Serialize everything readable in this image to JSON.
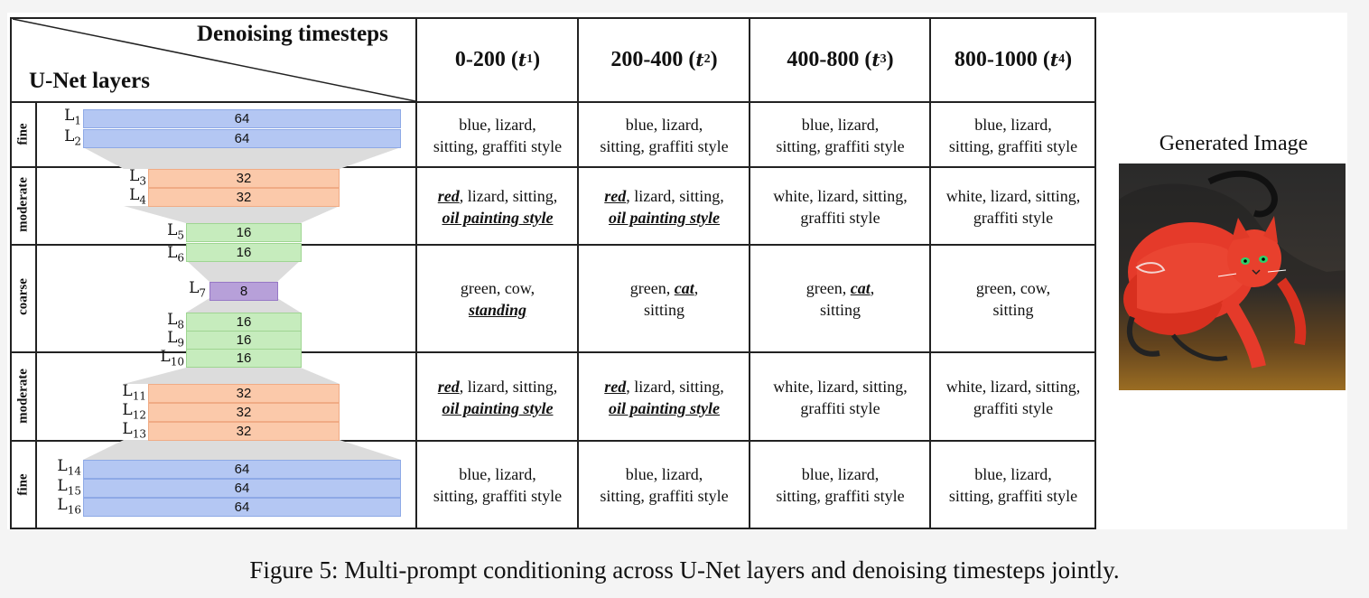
{
  "header": {
    "corner_top": "Denoising timesteps",
    "corner_bottom": "U-Net layers",
    "columns": [
      {
        "range": "0-200",
        "t": "t",
        "sub": "1"
      },
      {
        "range": "200-400",
        "t": "t",
        "sub": "2"
      },
      {
        "range": "400-800",
        "t": "t",
        "sub": "3"
      },
      {
        "range": "800-1000",
        "t": "t",
        "sub": "4"
      }
    ]
  },
  "groups": [
    "fine",
    "moderate",
    "coarse",
    "moderate",
    "fine"
  ],
  "layers": [
    {
      "name": "L",
      "sub": "1",
      "ch": "64"
    },
    {
      "name": "L",
      "sub": "2",
      "ch": "64"
    },
    {
      "name": "L",
      "sub": "3",
      "ch": "32"
    },
    {
      "name": "L",
      "sub": "4",
      "ch": "32"
    },
    {
      "name": "L",
      "sub": "5",
      "ch": "16"
    },
    {
      "name": "L",
      "sub": "6",
      "ch": "16"
    },
    {
      "name": "L",
      "sub": "7",
      "ch": "8"
    },
    {
      "name": "L",
      "sub": "8",
      "ch": "16"
    },
    {
      "name": "L",
      "sub": "9",
      "ch": "16"
    },
    {
      "name": "L",
      "sub": "10",
      "ch": "16"
    },
    {
      "name": "L",
      "sub": "11",
      "ch": "32"
    },
    {
      "name": "L",
      "sub": "12",
      "ch": "32"
    },
    {
      "name": "L",
      "sub": "13",
      "ch": "32"
    },
    {
      "name": "L",
      "sub": "14",
      "ch": "64"
    },
    {
      "name": "L",
      "sub": "15",
      "ch": "64"
    },
    {
      "name": "L",
      "sub": "16",
      "ch": "64"
    }
  ],
  "cells": [
    [
      {
        "a": "blue, lizard,",
        "b": "sitting, graffiti style"
      },
      {
        "a": "blue, lizard,",
        "b": "sitting, graffiti style"
      },
      {
        "a": "blue, lizard,",
        "b": "sitting, graffiti style"
      },
      {
        "a": "blue, lizard,",
        "b": "sitting, graffiti style"
      }
    ],
    [
      {
        "em1": "red",
        "a": ", lizard, sitting,",
        "em2": "oil painting style"
      },
      {
        "em1": "red",
        "a": ", lizard, sitting,",
        "em2": "oil painting style"
      },
      {
        "a": "white, lizard, sitting,",
        "b": "graffiti style"
      },
      {
        "a": "white, lizard, sitting,",
        "b": "graffiti style"
      }
    ],
    [
      {
        "a": "green, cow,",
        "em2": "standing"
      },
      {
        "a": "green, ",
        "em1": "cat",
        "a2": ",",
        "b": "sitting"
      },
      {
        "a": "green, ",
        "em1": "cat",
        "a2": ",",
        "b": "sitting"
      },
      {
        "a": "green, cow,",
        "b": "sitting"
      }
    ],
    [
      {
        "em1": "red",
        "a": ", lizard, sitting,",
        "em2": "oil painting style"
      },
      {
        "em1": "red",
        "a": ", lizard, sitting,",
        "em2": "oil painting style"
      },
      {
        "a": "white, lizard, sitting,",
        "b": "graffiti style"
      },
      {
        "a": "white, lizard, sitting,",
        "b": "graffiti style"
      }
    ],
    [
      {
        "a": "blue, lizard,",
        "b": "sitting, graffiti style"
      },
      {
        "a": "blue, lizard,",
        "b": "sitting, graffiti style"
      },
      {
        "a": "blue, lizard,",
        "b": "sitting, graffiti style"
      },
      {
        "a": "blue, lizard,",
        "b": "sitting, graffiti style"
      }
    ]
  ],
  "generated_title": "Generated Image",
  "caption": "Figure 5: Multi-prompt conditioning across U-Net layers and denoising timesteps jointly.",
  "colors": {
    "blue": "#b4c7f3",
    "orange": "#fbc9aa",
    "green": "#c6ecbd",
    "purple": "#b7a0d9"
  }
}
